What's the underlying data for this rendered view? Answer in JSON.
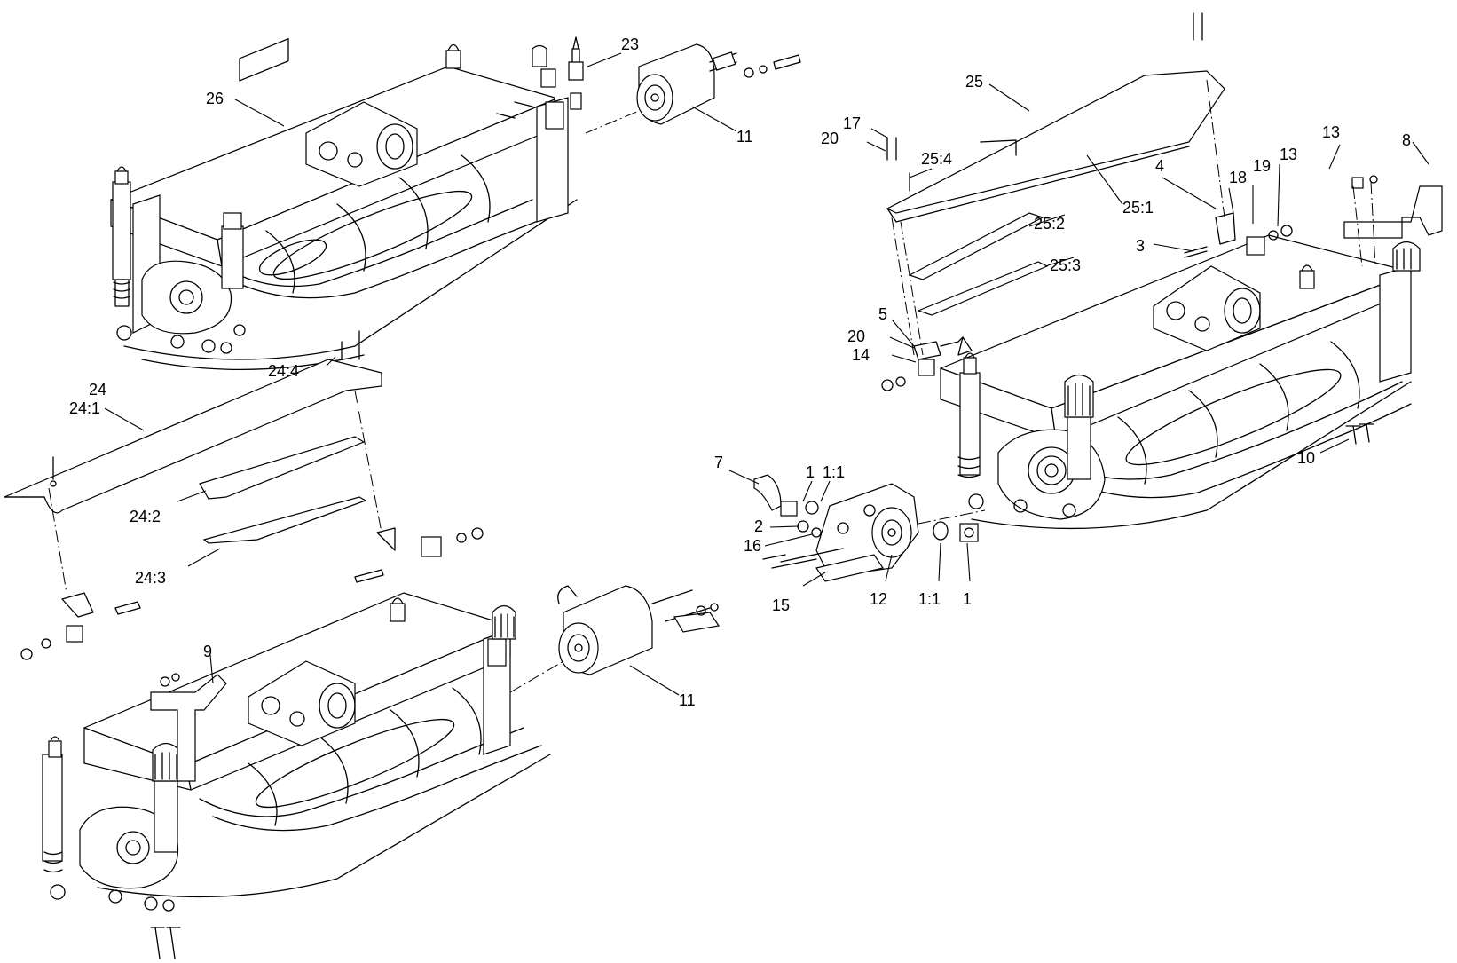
{
  "callouts": [
    {
      "id": "c26",
      "text": "26"
    },
    {
      "id": "c23",
      "text": "23"
    },
    {
      "id": "c11a",
      "text": "11"
    },
    {
      "id": "c24",
      "text": "24"
    },
    {
      "id": "c24_1",
      "text": "24:1"
    },
    {
      "id": "c24_4",
      "text": "24:4"
    },
    {
      "id": "c24_2",
      "text": "24:2"
    },
    {
      "id": "c24_3",
      "text": "24:3"
    },
    {
      "id": "c9",
      "text": "9"
    },
    {
      "id": "c11b",
      "text": "11"
    },
    {
      "id": "c25",
      "text": "25"
    },
    {
      "id": "c17",
      "text": "17"
    },
    {
      "id": "c20a",
      "text": "20"
    },
    {
      "id": "c25_4",
      "text": "25:4"
    },
    {
      "id": "c25_1",
      "text": "25:1"
    },
    {
      "id": "c25_2",
      "text": "25:2"
    },
    {
      "id": "c25_3",
      "text": "25:3"
    },
    {
      "id": "c4",
      "text": "4"
    },
    {
      "id": "c18",
      "text": "18"
    },
    {
      "id": "c19",
      "text": "19"
    },
    {
      "id": "c13a",
      "text": "13"
    },
    {
      "id": "c13b",
      "text": "13"
    },
    {
      "id": "c8",
      "text": "8"
    },
    {
      "id": "c3",
      "text": "3"
    },
    {
      "id": "c5",
      "text": "5"
    },
    {
      "id": "c20b",
      "text": "20"
    },
    {
      "id": "c14",
      "text": "14"
    },
    {
      "id": "c10",
      "text": "10"
    },
    {
      "id": "c7",
      "text": "7"
    },
    {
      "id": "c1a",
      "text": "1"
    },
    {
      "id": "c1_1a",
      "text": "1:1"
    },
    {
      "id": "c2",
      "text": "2"
    },
    {
      "id": "c16",
      "text": "16"
    },
    {
      "id": "c15",
      "text": "15"
    },
    {
      "id": "c12",
      "text": "12"
    },
    {
      "id": "c1_1b",
      "text": "1:1"
    },
    {
      "id": "c1b",
      "text": "1"
    }
  ]
}
